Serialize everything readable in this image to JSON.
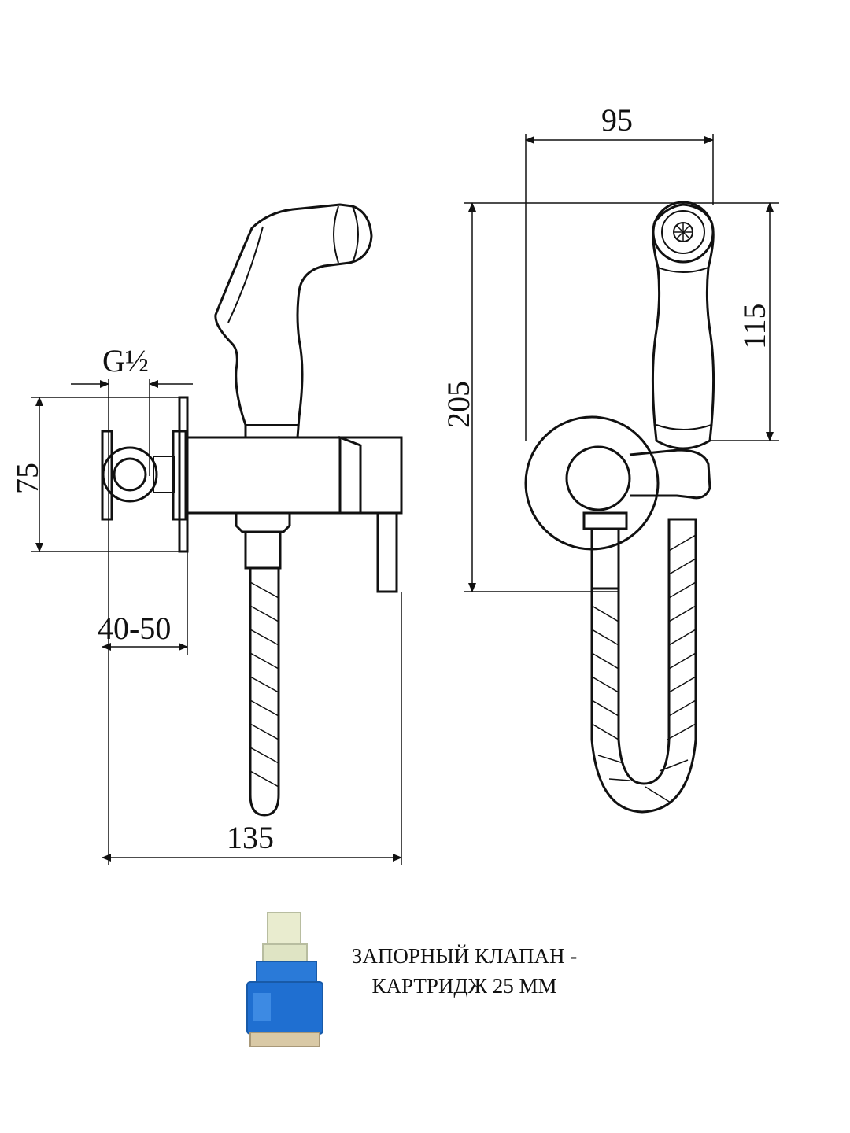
{
  "dimensions": {
    "thread": "G½",
    "side_height": "75",
    "wall_depth": "40-50",
    "total_length": "135",
    "front_width": "95",
    "front_height": "205",
    "head_height": "115"
  },
  "cartridge_caption": {
    "line1": "ЗАПОРНЫЙ КЛАПАН -",
    "line2": "КАРТРИДЖ 25 ММ"
  },
  "colors": {
    "line": "#111111",
    "cartridge_blue": "#1f6fd1",
    "cartridge_stem": "#e9eccf",
    "cartridge_base": "#d9c9a6"
  }
}
